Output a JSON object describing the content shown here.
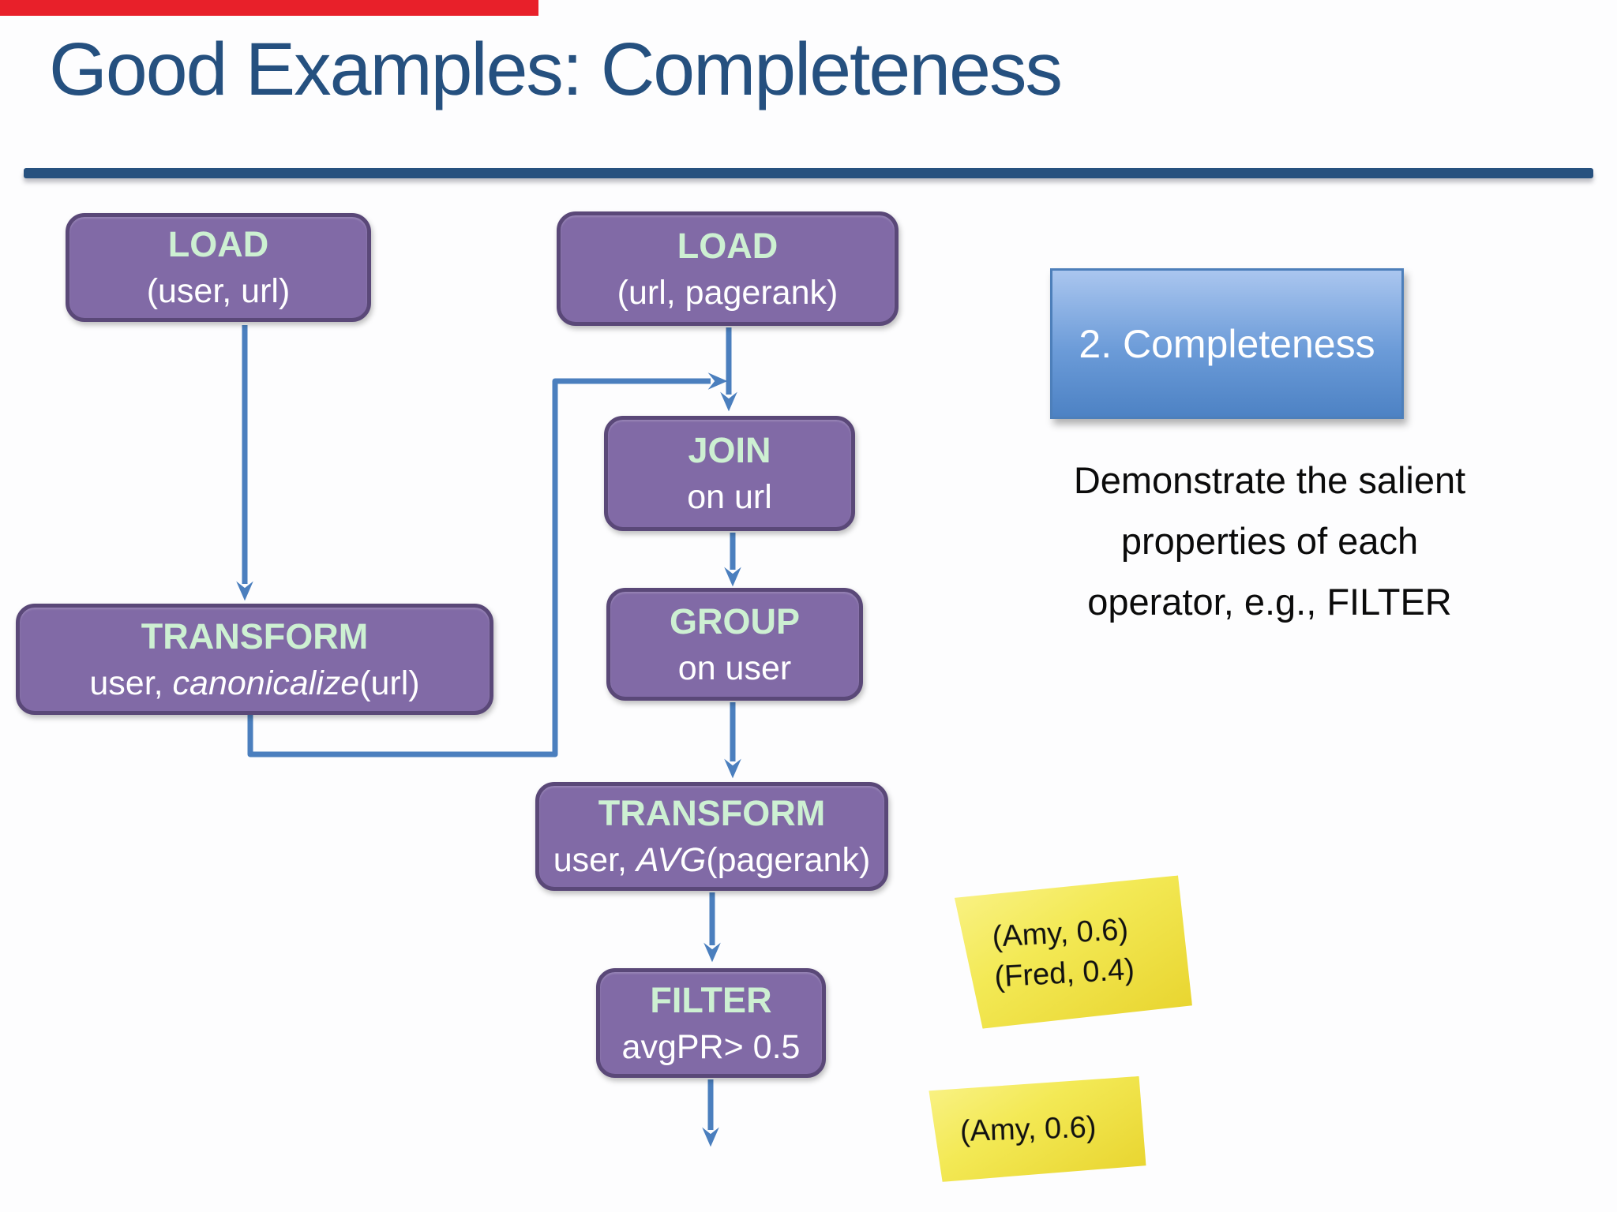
{
  "slide": {
    "title": "Good Examples: Completeness"
  },
  "callout": {
    "label": "2. Completeness"
  },
  "description": {
    "lines": [
      "Demonstrate the salient",
      "properties of each",
      "operator, e.g., FILTER"
    ]
  },
  "flowchart": {
    "nodes": [
      {
        "op": "LOAD",
        "detail": "(user, url)"
      },
      {
        "op": "LOAD",
        "detail": "(url, pagerank)"
      },
      {
        "op": "JOIN",
        "detail": "on url"
      },
      {
        "op": "GROUP",
        "detail": "on user"
      },
      {
        "op": "TRANSFORM",
        "detail_prefix": "user,  ",
        "detail_italic": "canonicalize",
        "detail_suffix": "(url)"
      },
      {
        "op": "TRANSFORM",
        "detail_prefix": "user, ",
        "detail_italic": "AVG",
        "detail_suffix": "(pagerank)"
      },
      {
        "op": "FILTER",
        "detail": "avgPR> 0.5"
      }
    ]
  },
  "sticky_notes": [
    {
      "lines": [
        "(Amy, 0.6)",
        "(Fred, 0.4)"
      ]
    },
    {
      "lines": [
        "(Amy, 0.6)"
      ]
    }
  ],
  "colors": {
    "title_text": "#25507f",
    "title_rule": "#27517f",
    "node_fill": "#816aa6",
    "node_border": "#5a4878",
    "node_op_text": "#cdf0d2",
    "node_detail_text": "#ffffff",
    "arrow": "#4b7fbe",
    "callout_gradient_top": "#aac6ef",
    "callout_gradient_bottom": "#4d82c4",
    "sticky_yellow": "#f0e24a",
    "description_text": "#0b0b0b",
    "video_progress": "#e8202a"
  }
}
